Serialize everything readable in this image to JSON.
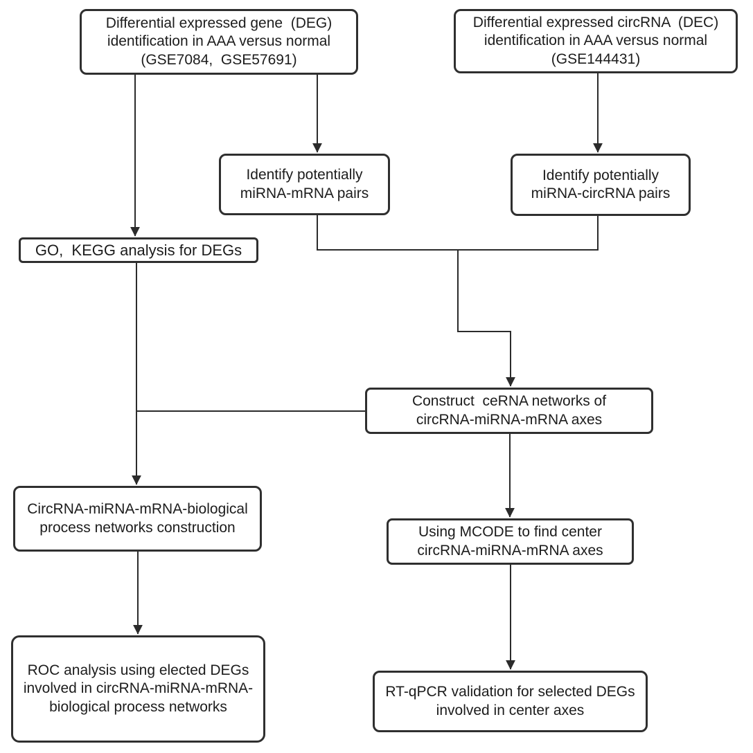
{
  "diagram": {
    "type": "flowchart",
    "description": "Study workflow: circRNA-miRNA-mRNA ceRNA network analysis in AAA versus normal",
    "colors": {
      "background": "#ffffff",
      "box_border": "#2f2f2f",
      "box_fill": "#ffffff",
      "line": "#2b2b2b",
      "text": "#1c1c1c"
    },
    "nodes": {
      "deg": {
        "label": "Differential expressed gene  (DEG)\nidentification in AAA versus normal\n(GSE7084,  GSE57691)"
      },
      "dec": {
        "label": "Differential expressed circRNA  (DEC)\nidentification in AAA versus normal\n(GSE144431)"
      },
      "mirna_mrna": {
        "label": "Identify potentially\nmiRNA-mRNA pairs"
      },
      "mirna_circrna": {
        "label": "Identify potentially\nmiRNA-circRNA pairs"
      },
      "go_kegg": {
        "label": "GO,  KEGG analysis for DEGs"
      },
      "cerna": {
        "label": "Construct  ceRNA networks of\ncircRNA-miRNA-mRNA axes"
      },
      "bio": {
        "label": "CircRNA-miRNA-mRNA-biological\nprocess networks construction"
      },
      "mcode": {
        "label": "Using MCODE to find center\ncircRNA-miRNA-mRNA axes"
      },
      "roc": {
        "label": "ROC analysis using elected DEGs\ninvolved in circRNA-miRNA-mRNA-\nbiological process networks"
      },
      "rtqpcr": {
        "label": "RT-qPCR validation for selected DEGs\ninvolved in center axes"
      }
    },
    "edges": [
      {
        "from": "deg",
        "to": "go_kegg"
      },
      {
        "from": "deg",
        "to": "mirna_mrna"
      },
      {
        "from": "dec",
        "to": "mirna_circrna"
      },
      {
        "from": "mirna_mrna",
        "to": "cerna"
      },
      {
        "from": "mirna_circrna",
        "to": "cerna"
      },
      {
        "from": "go_kegg",
        "to": "bio"
      },
      {
        "from": "cerna",
        "to": "bio"
      },
      {
        "from": "cerna",
        "to": "mcode"
      },
      {
        "from": "bio",
        "to": "roc"
      },
      {
        "from": "mcode",
        "to": "rtqpcr"
      }
    ]
  }
}
